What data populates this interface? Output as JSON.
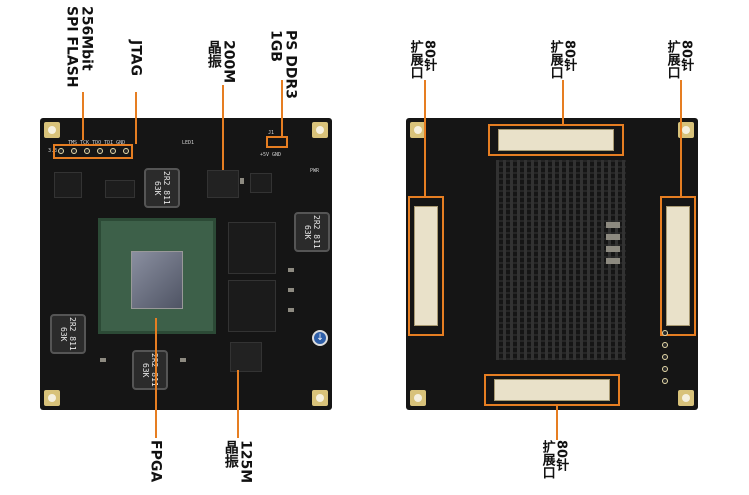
{
  "labels": {
    "spi_flash": {
      "line1": "256Mbit",
      "line2": "SPI FLASH"
    },
    "jtag": "JTAG",
    "osc200": {
      "line1": "200M",
      "line2": "晶振"
    },
    "ddr": {
      "line1": "PS DDR3",
      "line2": "1GB"
    },
    "fpga": "FPGA",
    "osc125": {
      "line1": "125M",
      "line2": "晶振"
    },
    "ext_left": {
      "line1": "80针",
      "line2": "扩展口"
    },
    "ext_top": {
      "line1": "80针",
      "line2": "扩展口"
    },
    "ext_right": {
      "line1": "80针",
      "line2": "扩展口"
    },
    "ext_bottom": {
      "line1": "80针",
      "line2": "扩展口"
    }
  },
  "silkscreen": {
    "v33": "3.3",
    "jtag_pins": "TMS TCK TDO TDI GND",
    "led": "LED1",
    "j1": "J1",
    "pwr": "PWR",
    "v5": "+5V GND",
    "ind_code": "2R2 811 63K"
  },
  "colors": {
    "highlight": "#e67e22",
    "board": "#151515",
    "gold_pad": "#d8c27a"
  }
}
